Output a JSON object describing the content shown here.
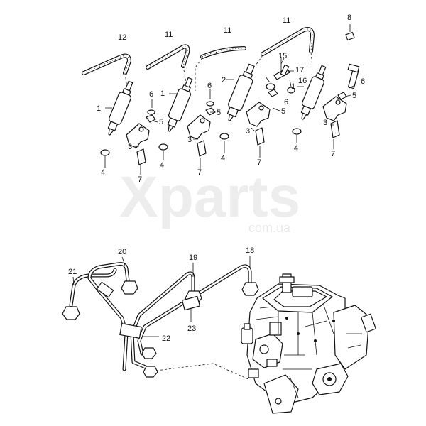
{
  "watermark": {
    "brand": "Xparts",
    "domain": "com.ua"
  },
  "callouts": {
    "c1a": "1",
    "c1b": "1",
    "c1c": "1",
    "c2": "2",
    "c3a": "3",
    "c3b": "3",
    "c3c": "3",
    "c3d": "3",
    "c4a": "4",
    "c4b": "4",
    "c4c": "4",
    "c4d": "4",
    "c5a": "5",
    "c5b": "5",
    "c5c": "5",
    "c5d": "5",
    "c6a": "6",
    "c6b": "6",
    "c6c": "6",
    "c6d": "6",
    "c7a": "7",
    "c7b": "7",
    "c7c": "7",
    "c7d": "7",
    "c8": "8",
    "c11a": "11",
    "c11b": "11",
    "c11c": "11",
    "c12": "12",
    "c15": "15",
    "c16": "16",
    "c17": "17",
    "c18": "18",
    "c19": "19",
    "c20": "20",
    "c21": "21",
    "c22": "22",
    "c23": "23"
  }
}
